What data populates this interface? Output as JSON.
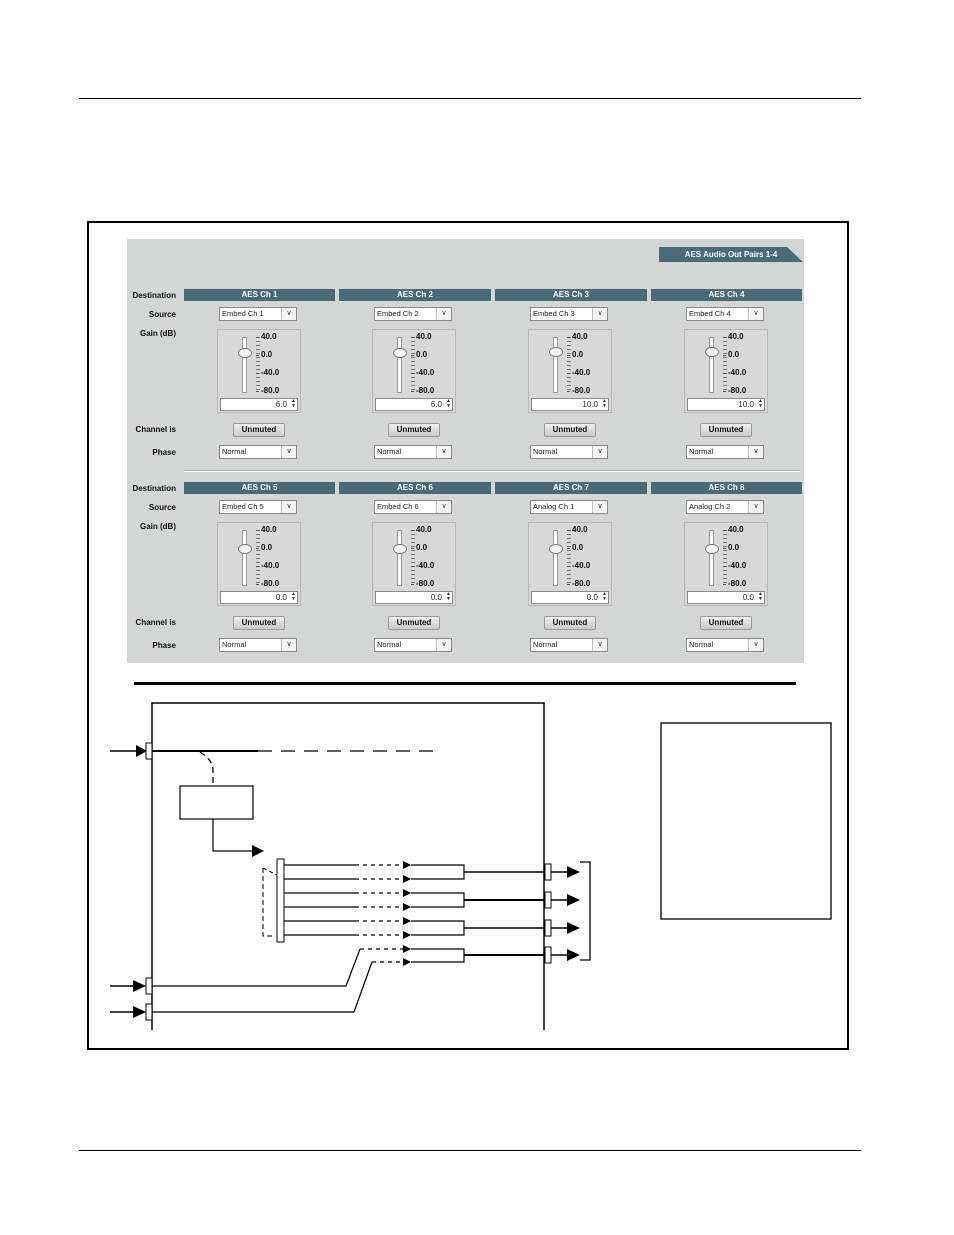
{
  "panel": {
    "title": "AES Audio Out Pairs 1-4",
    "row_labels": {
      "destination": "Destination",
      "source": "Source",
      "gain": "Gain (dB)",
      "channel_is": "Channel is",
      "phase": "Phase"
    },
    "gain_scale": [
      "40.0",
      "0.0",
      "-40.0",
      "-80.0"
    ],
    "gain_range": {
      "min": -80,
      "max": 40
    },
    "channels": [
      {
        "name": "AES Ch 1",
        "source": "Embed Ch 1",
        "gain": "6.0",
        "gain_value": 6,
        "mute": "Unmuted",
        "phase": "Normal"
      },
      {
        "name": "AES Ch 2",
        "source": "Embed Ch 2",
        "gain": "6.0",
        "gain_value": 6,
        "mute": "Unmuted",
        "phase": "Normal"
      },
      {
        "name": "AES Ch 3",
        "source": "Embed Ch 3",
        "gain": "10.0",
        "gain_value": 10,
        "mute": "Unmuted",
        "phase": "Normal"
      },
      {
        "name": "AES Ch 4",
        "source": "Embed Ch 4",
        "gain": "10.0",
        "gain_value": 10,
        "mute": "Unmuted",
        "phase": "Normal"
      },
      {
        "name": "AES Ch 5",
        "source": "Embed Ch 5",
        "gain": "0.0",
        "gain_value": 0,
        "mute": "Unmuted",
        "phase": "Normal"
      },
      {
        "name": "AES Ch 6",
        "source": "Embed Ch 6",
        "gain": "0.0",
        "gain_value": 0,
        "mute": "Unmuted",
        "phase": "Normal"
      },
      {
        "name": "AES Ch 7",
        "source": "Analog Ch 1",
        "gain": "0.0",
        "gain_value": 0,
        "mute": "Unmuted",
        "phase": "Normal"
      },
      {
        "name": "AES Ch 8",
        "source": "Analog Ch 2",
        "gain": "0.0",
        "gain_value": 0,
        "mute": "Unmuted",
        "phase": "Normal"
      }
    ]
  },
  "colors": {
    "panel_bg": "#d4d5d5",
    "header_bg": "#4a6a76",
    "header_text": "#ffffff"
  },
  "icons": {
    "dropdown": "chevron-down-icon",
    "spinner": "spin-arrows-icon",
    "slider_thumb": "slider-thumb-icon"
  }
}
